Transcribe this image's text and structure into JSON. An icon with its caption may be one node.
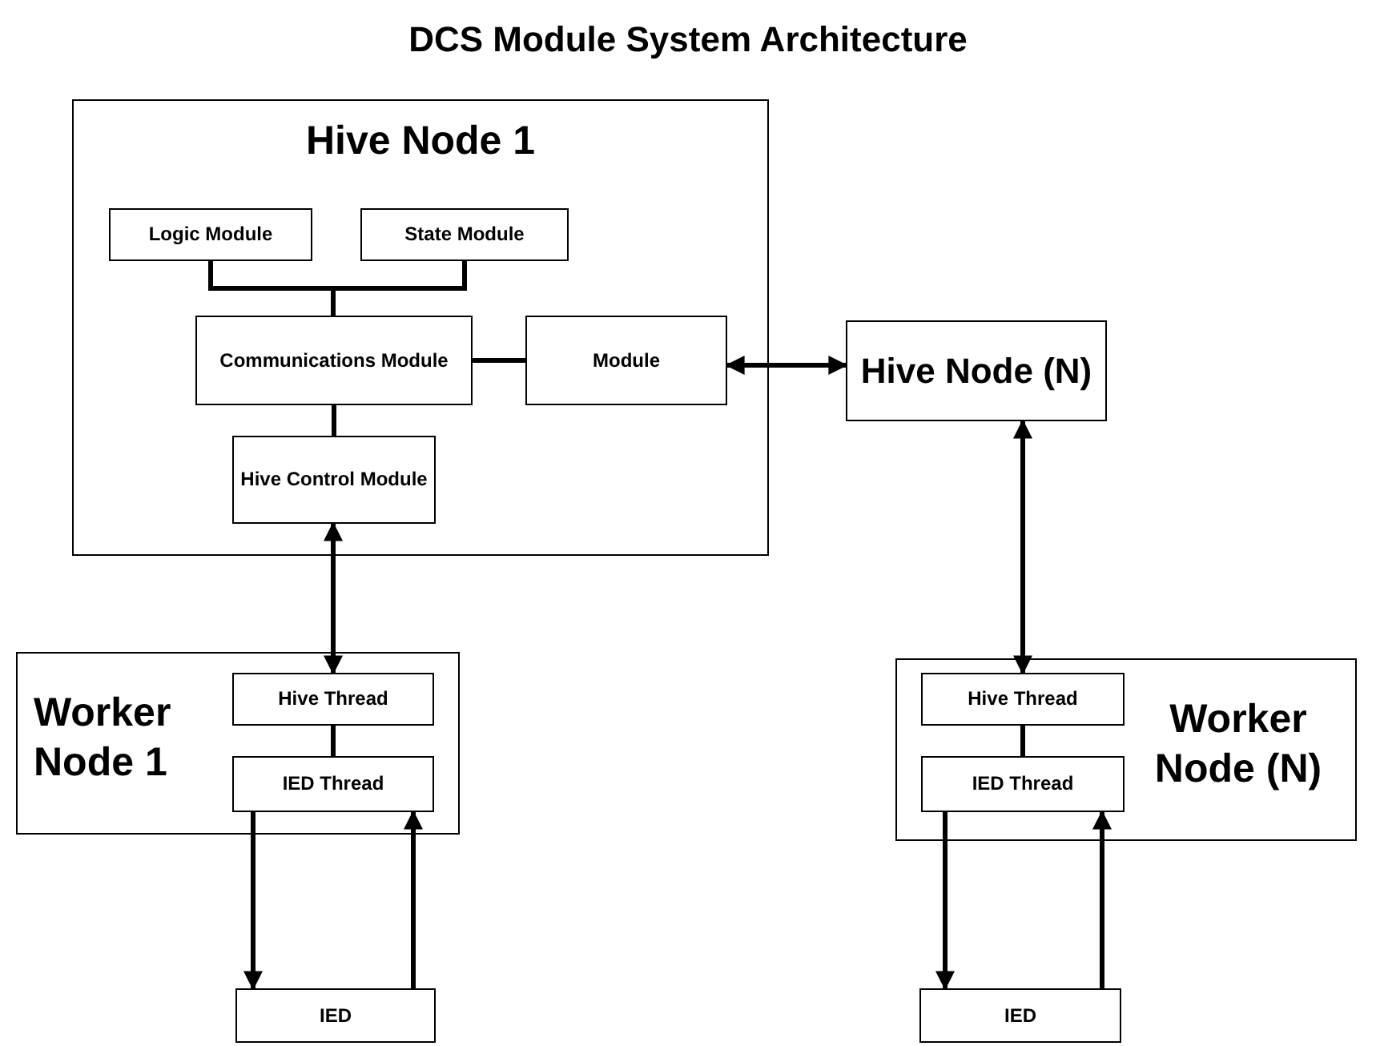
{
  "diagram": {
    "title": "DCS Module System Architecture",
    "nodes": [
      {
        "text": [
          "Hive Node 1"
        ]
      },
      {
        "text": [
          "Logic Module"
        ],
        "in": 0
      },
      {
        "text": [
          "State Module"
        ],
        "in": 0
      },
      {
        "text": [
          "Communications Module"
        ],
        "in": 0
      },
      {
        "text": [
          "Module"
        ],
        "in": 0
      },
      {
        "text": [
          "Hive Control Module"
        ],
        "in": 0
      },
      {
        "text": [
          "Hive Node (N)"
        ]
      },
      {
        "text": [
          "Worker Node 1"
        ]
      },
      {
        "text": [
          "Hive Thread"
        ],
        "in": 7
      },
      {
        "text": [
          "IED Thread"
        ],
        "in": 7
      },
      {
        "text": [
          "Worker Node (N)"
        ]
      },
      {
        "text": [
          "Hive Thread"
        ],
        "in": 10
      },
      {
        "text": [
          "IED Thread"
        ],
        "in": 10
      },
      {
        "text": [
          "IED"
        ]
      },
      {
        "text": [
          "IED"
        ]
      }
    ],
    "edges": [
      {
        "from": 1,
        "to": 3,
        "arrow": "none"
      },
      {
        "from": 2,
        "to": 3,
        "arrow": "none"
      },
      {
        "from": 3,
        "to": 4,
        "arrow": "none"
      },
      {
        "from": 4,
        "to": 6,
        "arrow": "both"
      },
      {
        "from": 3,
        "to": 5,
        "arrow": "none"
      },
      {
        "from": 5,
        "to": 8,
        "arrow": "both"
      },
      {
        "from": 6,
        "to": 11,
        "arrow": "both"
      },
      {
        "from": 8,
        "to": 9,
        "arrow": "none"
      },
      {
        "from": 11,
        "to": 12,
        "arrow": "none"
      },
      {
        "from": 9,
        "to": 13,
        "arrow": "to"
      },
      {
        "from": 13,
        "to": 9,
        "arrow": "to"
      },
      {
        "from": 12,
        "to": 14,
        "arrow": "to"
      },
      {
        "from": 14,
        "to": 12,
        "arrow": "to"
      }
    ]
  }
}
